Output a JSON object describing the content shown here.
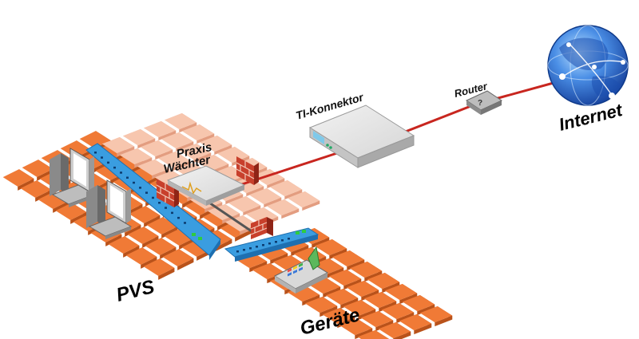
{
  "labels": {
    "pvs": "PVS",
    "geraete": "Geräte",
    "praxis_line1": "Praxis",
    "praxis_line2": "Wächter",
    "ti_konnektor": "TI-Konnektor",
    "router": "Router",
    "internet": "Internet"
  },
  "colors": {
    "orange_tile": "#f07a36",
    "orange_tile_edge": "#b9521a",
    "light_tile": "#f7c6ae",
    "light_tile_edge": "#e39d80",
    "switch_blue": "#3a9de0",
    "cable_red": "#c8261f",
    "firewall_brick": "#c8402c",
    "device_gray": "#c9c9c9",
    "globe_blue": "#2a68c8"
  },
  "icons": {
    "firewalls": [
      "firewall-icon",
      "firewall-icon",
      "firewall-icon"
    ],
    "computers": [
      "desktop-computer-icon",
      "desktop-computer-icon"
    ],
    "terminal": "card-terminal-icon",
    "globe": "globe-icon",
    "router": "router-icon",
    "connector": "connector-box-icon",
    "praxis": "praxis-waechter-box-icon"
  }
}
